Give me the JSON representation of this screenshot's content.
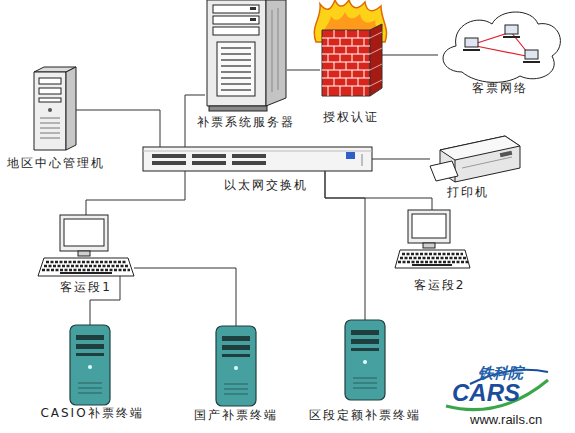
{
  "diagram": {
    "nodes": [
      {
        "text": [
          "补票系统服务器"
        ]
      },
      {
        "text": [
          "授权认证"
        ]
      },
      {
        "text": [
          "客票网络"
        ]
      },
      {
        "text": [
          "地区中心管理机"
        ]
      },
      {
        "text": [
          "以太网交换机"
        ]
      },
      {
        "text": [
          "打印机"
        ]
      },
      {
        "text": [
          "客运段1"
        ]
      },
      {
        "text": [
          "客运段2"
        ]
      },
      {
        "text": [
          "CASIO补票终端"
        ]
      },
      {
        "text": [
          "国产补票终端"
        ]
      },
      {
        "text": [
          "区段定额补票终端"
        ]
      }
    ],
    "edges": [
      {
        "from": 0,
        "to": 1,
        "arrow": "none"
      },
      {
        "from": 1,
        "to": 2,
        "arrow": "none"
      },
      {
        "from": 3,
        "to": 4,
        "arrow": "none"
      },
      {
        "from": 0,
        "to": 4,
        "arrow": "none"
      },
      {
        "from": 4,
        "to": 5,
        "arrow": "none"
      },
      {
        "from": 4,
        "to": 6,
        "arrow": "none"
      },
      {
        "from": 4,
        "to": 7,
        "arrow": "none"
      },
      {
        "from": 4,
        "to": 10,
        "arrow": "none"
      },
      {
        "from": 6,
        "to": 8,
        "arrow": "none"
      },
      {
        "from": 6,
        "to": 9,
        "arrow": "none"
      }
    ],
    "labels": [
      "铁科院",
      "CARS",
      "www.rails.cn"
    ]
  }
}
